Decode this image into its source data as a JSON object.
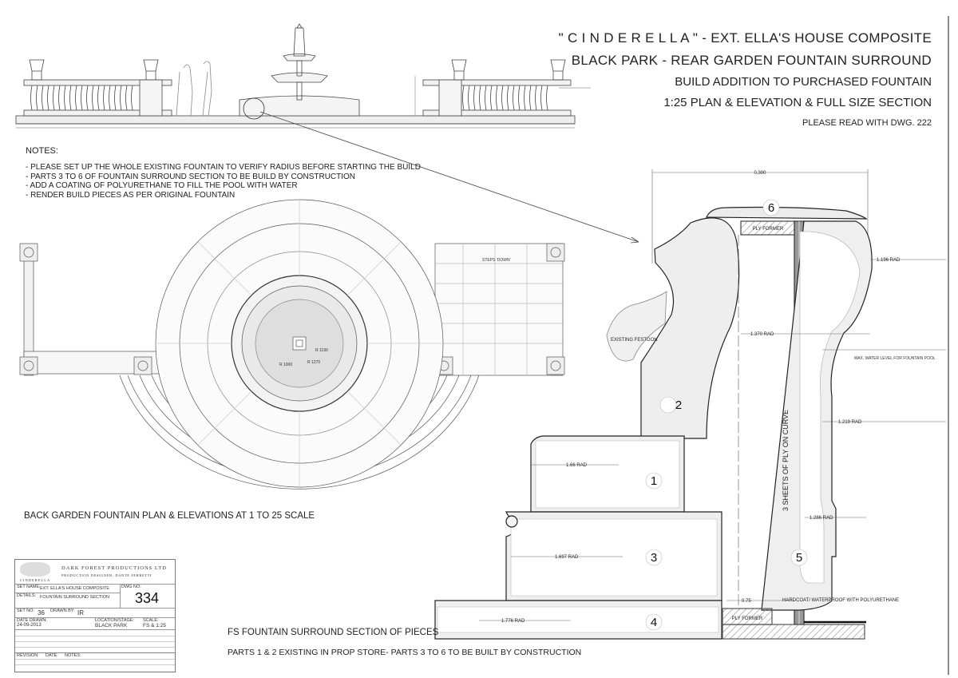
{
  "title_block_header": {
    "line1": "\" C I N D E R E L L A \" - EXT. ELLA'S HOUSE COMPOSITE",
    "line2": "BLACK PARK - REAR GARDEN FOUNTAIN SURROUND",
    "line3": "BUILD ADDITION TO PURCHASED FOUNTAIN",
    "line4": "1:25 PLAN & ELEVATION & FULL SIZE SECTION",
    "line5": "PLEASE READ WITH DWG. 222"
  },
  "notes": {
    "heading": "NOTES:",
    "items": [
      "- PLEASE SET UP THE WHOLE EXISTING FOUNTAIN TO VERIFY RADIUS BEFORE STARTING THE BUILD",
      "- PARTS 3 TO 6 OF FOUNTAIN SURROUND SECTION TO BE BUILD BY CONSTRUCTION",
      "- ADD A COATING OF POLYURETHANE TO FILL THE POOL WITH WATER",
      "- RENDER BUILD PIECES AS PER ORIGINAL FOUNTAIN"
    ]
  },
  "plan": {
    "caption": "BACK GARDEN FOUNTAIN PLAN & ELEVATIONS AT 1 TO 25 SCALE",
    "labels": [
      "R 1190",
      "R 1270",
      "R 1000",
      "STEPS 'DOWN'"
    ]
  },
  "section": {
    "caption": "FS FOUNTAIN SURROUND SECTION OF PIECES",
    "subcaption": "PARTS 1 & 2 EXISTING IN PROP STORE- PARTS 3 TO 6 TO BE BUILT BY CONSTRUCTION",
    "dim_top": "0.300",
    "ply_former": "PLY FORMER",
    "existing_festoon": "EXISTING FESTOON",
    "ply_sheets": "3 SHEETS OF PLY ON CURVE",
    "water_level": "MAX. WATER LEVEL FOR FOUNTAIN POOL",
    "hardcoat": "HARDCOAT/ WATERPROOF WITH POLYURETHANE",
    "dim_075": "0.75",
    "radii": {
      "r1196": "1.196 RAD",
      "r1370": "1.370 RAD",
      "r1219": "1.219 RAD",
      "r166": "1.66 RAD",
      "r1697": "1.697 RAD",
      "r1286": "1.286 RAD",
      "r1776": "1.776 RAD"
    },
    "pieces": [
      "1",
      "2",
      "3",
      "4",
      "5",
      "6"
    ]
  },
  "title_block": {
    "company": "DARK FOREST PRODUCTIONS LTD",
    "designer": "PRODUCTION DESIGNER: DANTE FERRETTI",
    "logo_text": "CINDERELLA",
    "set_name_label": "SET NAME:",
    "set_name": "EXT. ELLA'S HOUSE COMPOSITE",
    "details_label": "DETAILS:",
    "details": "FOUNTAIN SURROUND SECTION",
    "dwg_no_label": "DWG NO:",
    "dwg_no": "334",
    "set_no_label": "SET NO:",
    "set_no": "36",
    "drawn_by_label": "DRAWN BY:",
    "drawn_by": "IR",
    "date_label": "DATE DRAWN:",
    "date": "24-09-2013",
    "location_label": "LOCATION/STAGE:",
    "location": "BLACK PARK",
    "scale_label": "SCALE:",
    "scale": "FS & 1:25",
    "revision_label": "REVISION:",
    "rev_date_label": "DATE:",
    "rev_notes_label": "NOTES:"
  }
}
